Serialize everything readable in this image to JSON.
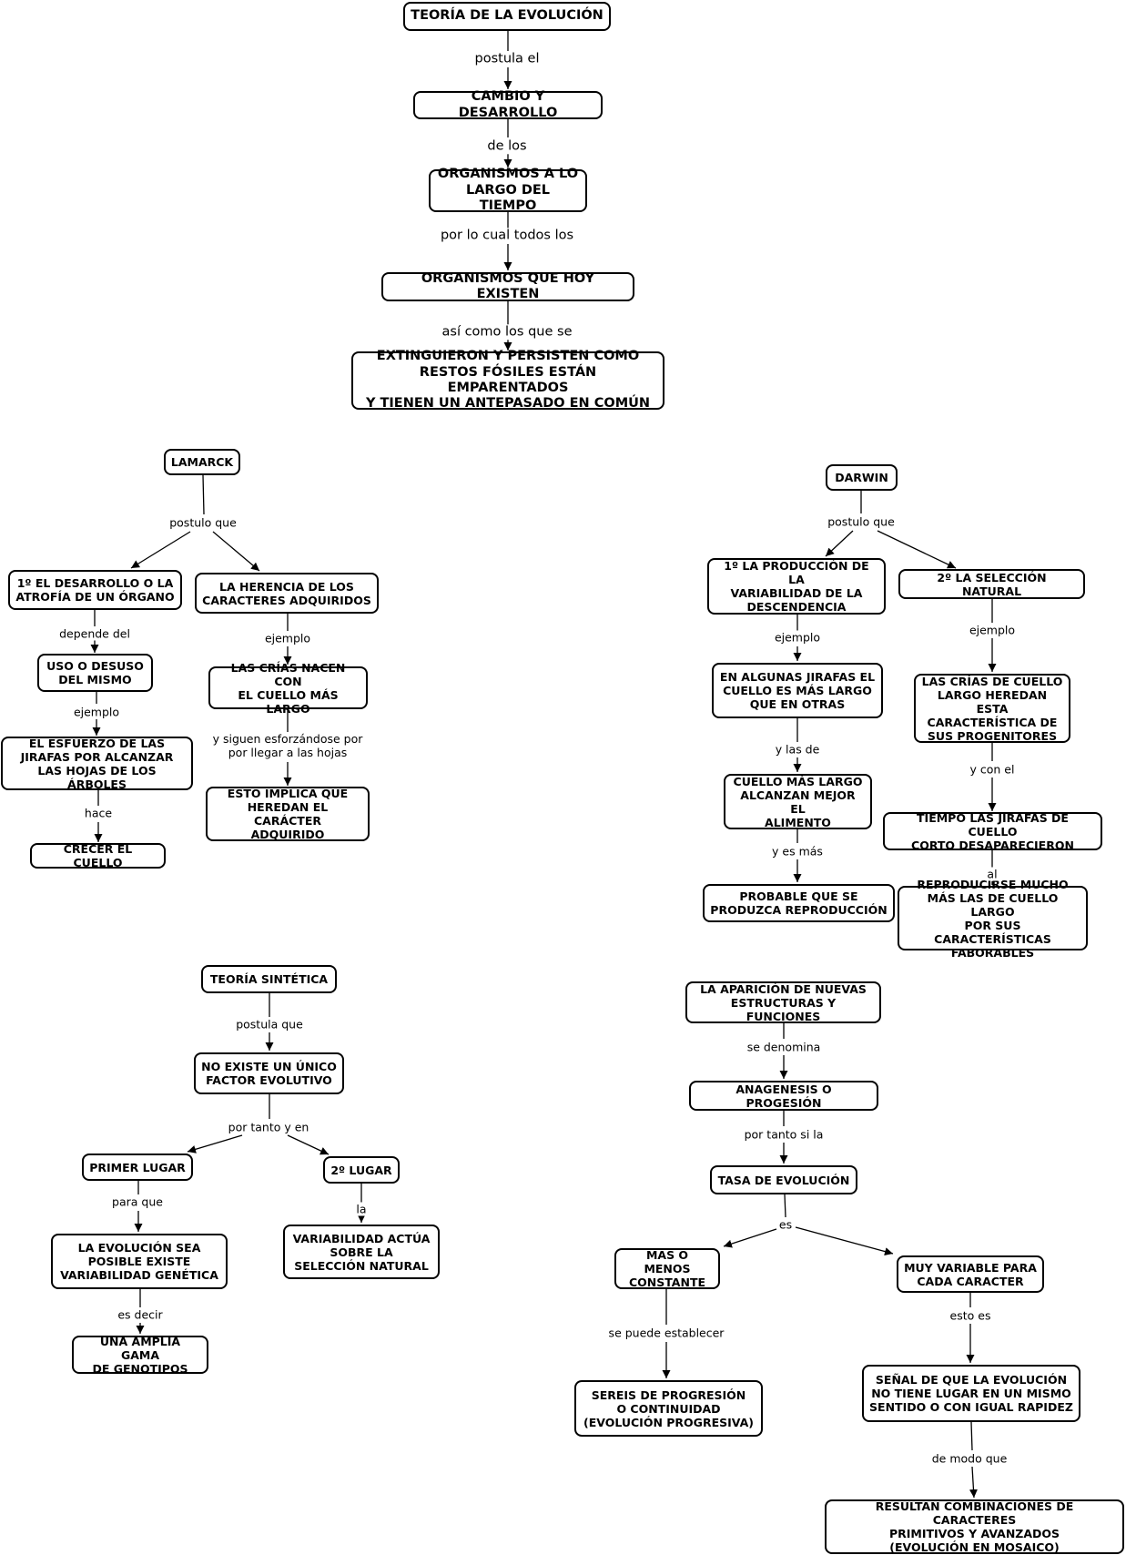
{
  "nodes": {
    "teoria_evolucion": "TEORÍA DE LA EVOLUCIÓN",
    "cambio_desarrollo": "CAMBIO Y DESARROLLO",
    "organismos_tiempo": "ORGANISMOS A LO\nLARGO DEL TIEMPO",
    "organismos_hoy": "ORGANISMOS QUE HOY EXISTEN",
    "extinguieron": "EXTINGUIERON Y PERSISTEN COMO\nRESTOS FÓSILES ESTÁN EMPARENTADOS\nY TIENEN UN ANTEPASADO EN COMÚN",
    "lamarck": "LAMARCK",
    "lam_desarrollo": "1º EL DESARROLLO O LA\nATROFÍA DE UN ÓRGANO",
    "lam_herencia": "LA HERENCIA DE LOS\nCARACTERES ADQUIRIDOS",
    "lam_uso": "USO O DESUSO\nDEL MISMO",
    "lam_crias": "LAS CRÍAS NACEN CON\nEL CUELLO MÁS LARGO",
    "lam_esfuerzo": "EL ESFUERZO DE LAS\nJIRAFAS POR ALCANZAR\nLAS HOJAS DE LOS ÁRBOLES",
    "lam_implica": "ESTO IMPLICA QUE\nHEREDAN EL CARÁCTER\nADQUIRIDO",
    "lam_crecer": "CRECER EL CUELLO",
    "darwin": "DARWIN",
    "dar_produccion": "1º LA PRODUCCIÓN DE LA\nVARIABILIDAD DE LA\nDESCENDENCIA",
    "dar_seleccion": "2º LA SELECCIÓN NATURAL",
    "dar_jirafas": "EN ALGUNAS JIRAFAS EL\nCUELLO ES MÁS LARGO\nQUE EN OTRAS",
    "dar_crias": "LAS CRÍAS DE CUELLO\nLARGO HEREDAN ESTA\nCARACTERÍSTICA DE\nSUS PROGENITORES",
    "dar_cuello": "CUELLO MÁS LARGO\nALCANZAN MEJOR EL\nALIMENTO",
    "dar_tiempo": "TIEMPO LAS JIRAFAS DE CUELLO\nCORTO DESAPARECIERON",
    "dar_probable": "PROBABLE QUE SE\nPRODUZCA REPRODUCCIÓN",
    "dar_reproducirse": "REPRODUCIRSE MUCHO\nMÁS LAS DE CUELLO LARGO\nPOR SUS CARACTERÍSTICAS\nFABORABLES",
    "sintetica": "TEORÍA SINTÉTICA",
    "sin_factor": "NO EXISTE UN ÚNICO\nFACTOR EVOLUTIVO",
    "sin_primer": "PRIMER LUGAR",
    "sin_segundo": "2º LUGAR",
    "sin_posible": "LA EVOLUCIÓN SEA\nPOSIBLE EXISTE\nVARIABILIDAD GENÉTICA",
    "sin_variabilidad": "VARIABILIDAD ACTÚA\nSOBRE LA\nSELECCIÓN NATURAL",
    "sin_gama": "UNA AMPLIA GAMA\nDE GENOTIPOS",
    "aparicion": "LA APARICIÓN DE NUEVAS\nESTRUCTURAS Y FUNCIONES",
    "anagenesis": "ANAGENESIS O PROGESIÓN",
    "tasa": "TASA DE EVOLUCIÓN",
    "constante": "MÁS O MENOS\nCONSTANTE",
    "variable": "MUY VARIABLE PARA\nCADA CARACTER",
    "sereis": "SEREIS DE PROGRESIÓN\nO CONTINUIDAD\n(EVOLUCIÓN PROGRESIVA)",
    "senal": "SEÑAL DE QUE LA EVOLUCIÓN\nNO TIENE LUGAR EN UN MISMO\nSENTIDO O CON IGUAL RAPIDEZ",
    "resultan": "RESULTAN COMBINACIONES DE CARACTERES\nPRIMITIVOS Y AVANZADOS\n(EVOLUCIÓN EN MOSAICO)"
  },
  "labels": {
    "postula_el": "postula el",
    "de_los": "de los",
    "por_lo_cual": "por lo cual todos los",
    "asi_como": "así como los que se",
    "lam_postulo": "postulo que",
    "lam_depende": "depende del",
    "lam_ejemplo1": "ejemplo",
    "lam_ejemplo2": "ejemplo",
    "lam_siguen": "y siguen esforzándose por\npor llegar a las hojas",
    "lam_hace": "hace",
    "dar_postulo": "postulo que",
    "dar_ejemplo1": "ejemplo",
    "dar_ejemplo2": "ejemplo",
    "dar_ylasde": "y las de",
    "dar_yconel": "y con el",
    "dar_yesmas": "y es más",
    "dar_al": "al",
    "sin_postula": "postula que",
    "sin_portanto": "por tanto y en",
    "sin_paraque": "para que",
    "sin_la": "la",
    "sin_esdecir": "es decir",
    "se_denomina": "se denomina",
    "por_tanto_si": "por tanto si la",
    "es": "es",
    "se_puede": "se puede establecer",
    "esto_es": "esto es",
    "de_modo": "de modo que"
  }
}
